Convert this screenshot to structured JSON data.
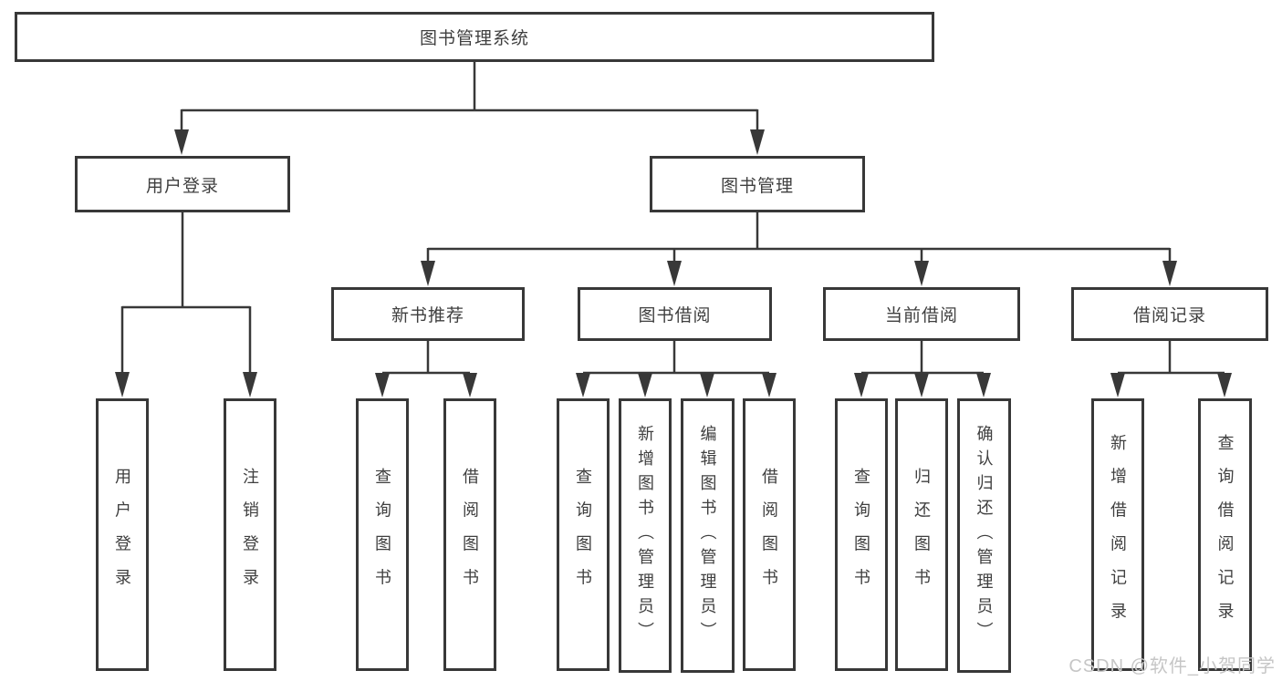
{
  "diagram": {
    "root": "图书管理系统",
    "user_login": {
      "label": "用户登录",
      "children": [
        "用户登录",
        "注销登录"
      ]
    },
    "book_management": {
      "label": "图书管理",
      "sections": [
        {
          "label": "新书推荐",
          "children": [
            "查询图书",
            "借阅图书"
          ]
        },
        {
          "label": "图书借阅",
          "children": [
            "查询图书",
            "新增图书（管理员）",
            "编辑图书（管理员）",
            "借阅图书"
          ]
        },
        {
          "label": "当前借阅",
          "children": [
            "查询图书",
            "归还图书",
            "确认归还（管理员）"
          ]
        },
        {
          "label": "借阅记录",
          "children": [
            "新增借阅记录",
            "查询借阅记录"
          ]
        }
      ]
    }
  },
  "watermark": "CSDN @软件_小贺同学",
  "colors": {
    "line": "#383838",
    "box_border": "#383838",
    "text": "#3f3f3f",
    "background": "#ffffff",
    "watermark": "#c6c6c6"
  }
}
